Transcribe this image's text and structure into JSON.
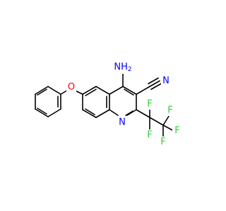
{
  "atoms": {
    "amino": {
      "text": "NH",
      "sub": "2",
      "color": "#0000ff"
    },
    "amino_label": "Amino",
    "ring_n": {
      "text": "N",
      "color": "#0000ff"
    },
    "nitrile_n": {
      "text": "N",
      "color": "#0000ff"
    },
    "ether_o": {
      "text": "O",
      "color": "#ff0000"
    },
    "f1": {
      "text": "F",
      "color": "#33cc33"
    },
    "f2": {
      "text": "F",
      "color": "#33cc33"
    },
    "f3": {
      "text": "F",
      "color": "#33cc33"
    },
    "f4": {
      "text": "F",
      "color": "#33cc33"
    },
    "f5": {
      "text": "F",
      "color": "#33cc33"
    }
  }
}
